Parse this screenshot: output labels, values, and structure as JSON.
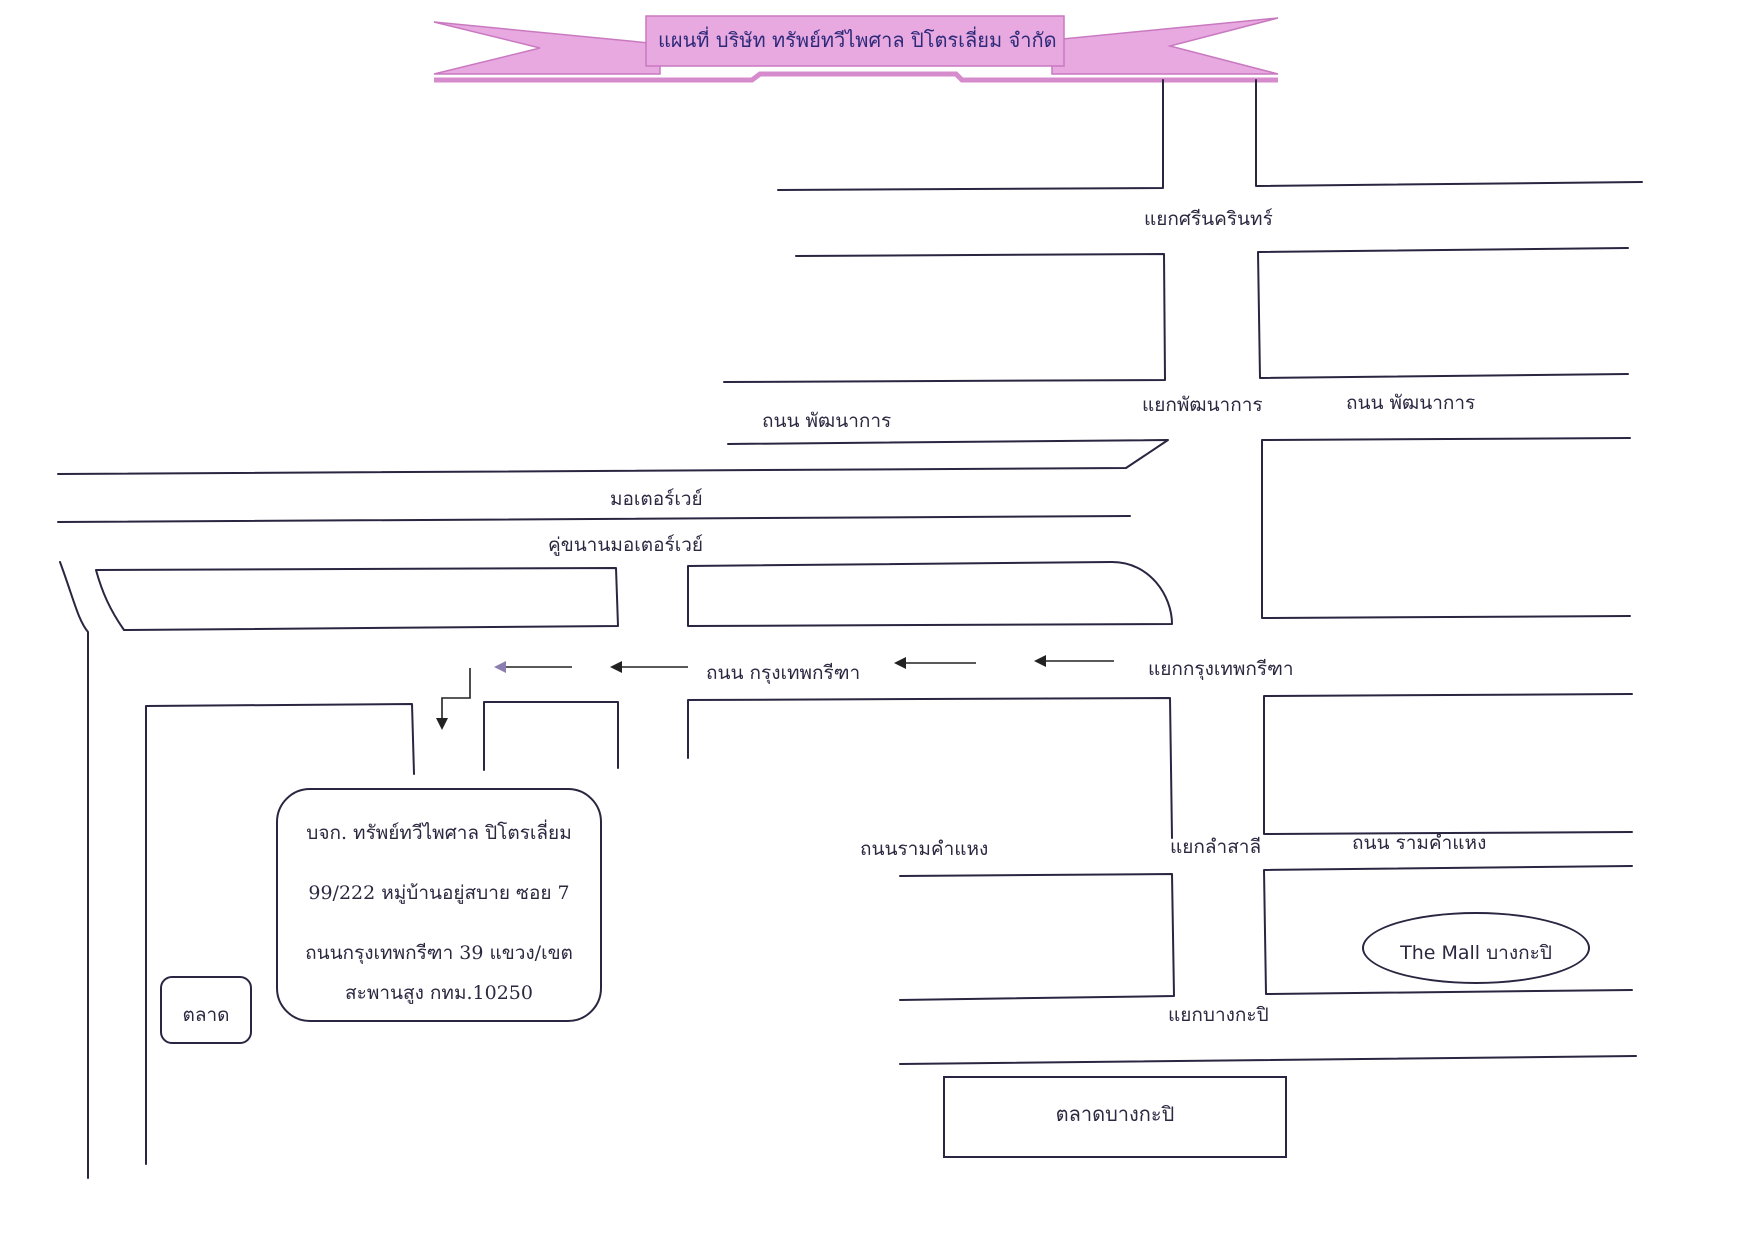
{
  "banner": {
    "title": "แผนที่ บริษัท ทรัพย์ทวีไพศาล ปิโตรเลี่ยม จำกัด",
    "color": "#e8a9e0"
  },
  "intersections": {
    "srinagarindra": "แยกศรีนครินทร์",
    "phatthanakan": "แยกพัฒนาการ",
    "krungthep_kreetha": "แยกกรุงเทพกรีฑา",
    "lamsalee": "แยกลำสาลี",
    "bangkapi": "แยกบางกะปิ"
  },
  "roads": {
    "phatthanakan_west": "ถนน พัฒนาการ",
    "phatthanakan_east": "ถนน พัฒนาการ",
    "motorway": "มอเตอร์เวย์",
    "motorway_frontage": "คู่ขนานมอเตอร์เวย์",
    "krungthep_kreetha": "ถนน กรุงเทพกรีฑา",
    "ramkhamhaeng_west": "ถนนรามคำแหง",
    "ramkhamhaeng_east": "ถนน รามคำแหง"
  },
  "company": {
    "name": "บจก. ทรัพย์ทวีไพศาล ปิโตรเลี่ยม",
    "address_line1": "99/222 หมู่บ้านอยู่สบาย   ซอย 7",
    "address_line2": "ถนนกรุงเทพกรีฑา 39  แขวง/เขต",
    "address_line3": "สะพานสูง กทม.10250"
  },
  "landmarks": {
    "market": "ตลาด",
    "the_mall": "The Mall บางกะปิ",
    "bangkapi_market": "ตลาดบางกะปิ"
  }
}
